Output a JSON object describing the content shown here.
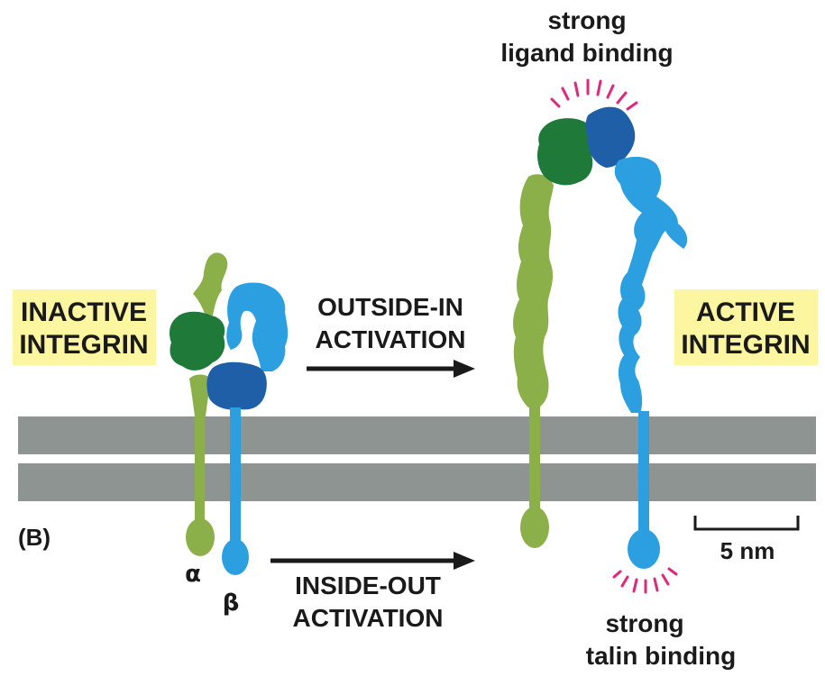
{
  "labels": {
    "inactive_line1": "INACTIVE",
    "inactive_line2": "INTEGRIN",
    "active_line1": "ACTIVE",
    "active_line2": "INTEGRIN",
    "outside_in_line1": "OUTSIDE-IN",
    "outside_in_line2": "ACTIVATION",
    "inside_out_line1": "INSIDE-OUT",
    "inside_out_line2": "ACTIVATION",
    "ligand_line1": "strong",
    "ligand_line2": "ligand binding",
    "talin_line1": "strong",
    "talin_line2": "talin binding",
    "panel": "(B)",
    "alpha": "α",
    "beta": "β",
    "scale": "5 nm"
  },
  "colors": {
    "alpha_light": "#8bb04a",
    "alpha_dark": "#1f7a3a",
    "beta_light": "#2b9fe0",
    "beta_dark": "#1f5fa8",
    "membrane": "#8e9492",
    "label_box": "#fdf6a0",
    "spikes": "#e0287a",
    "text": "#1a1a1a"
  }
}
